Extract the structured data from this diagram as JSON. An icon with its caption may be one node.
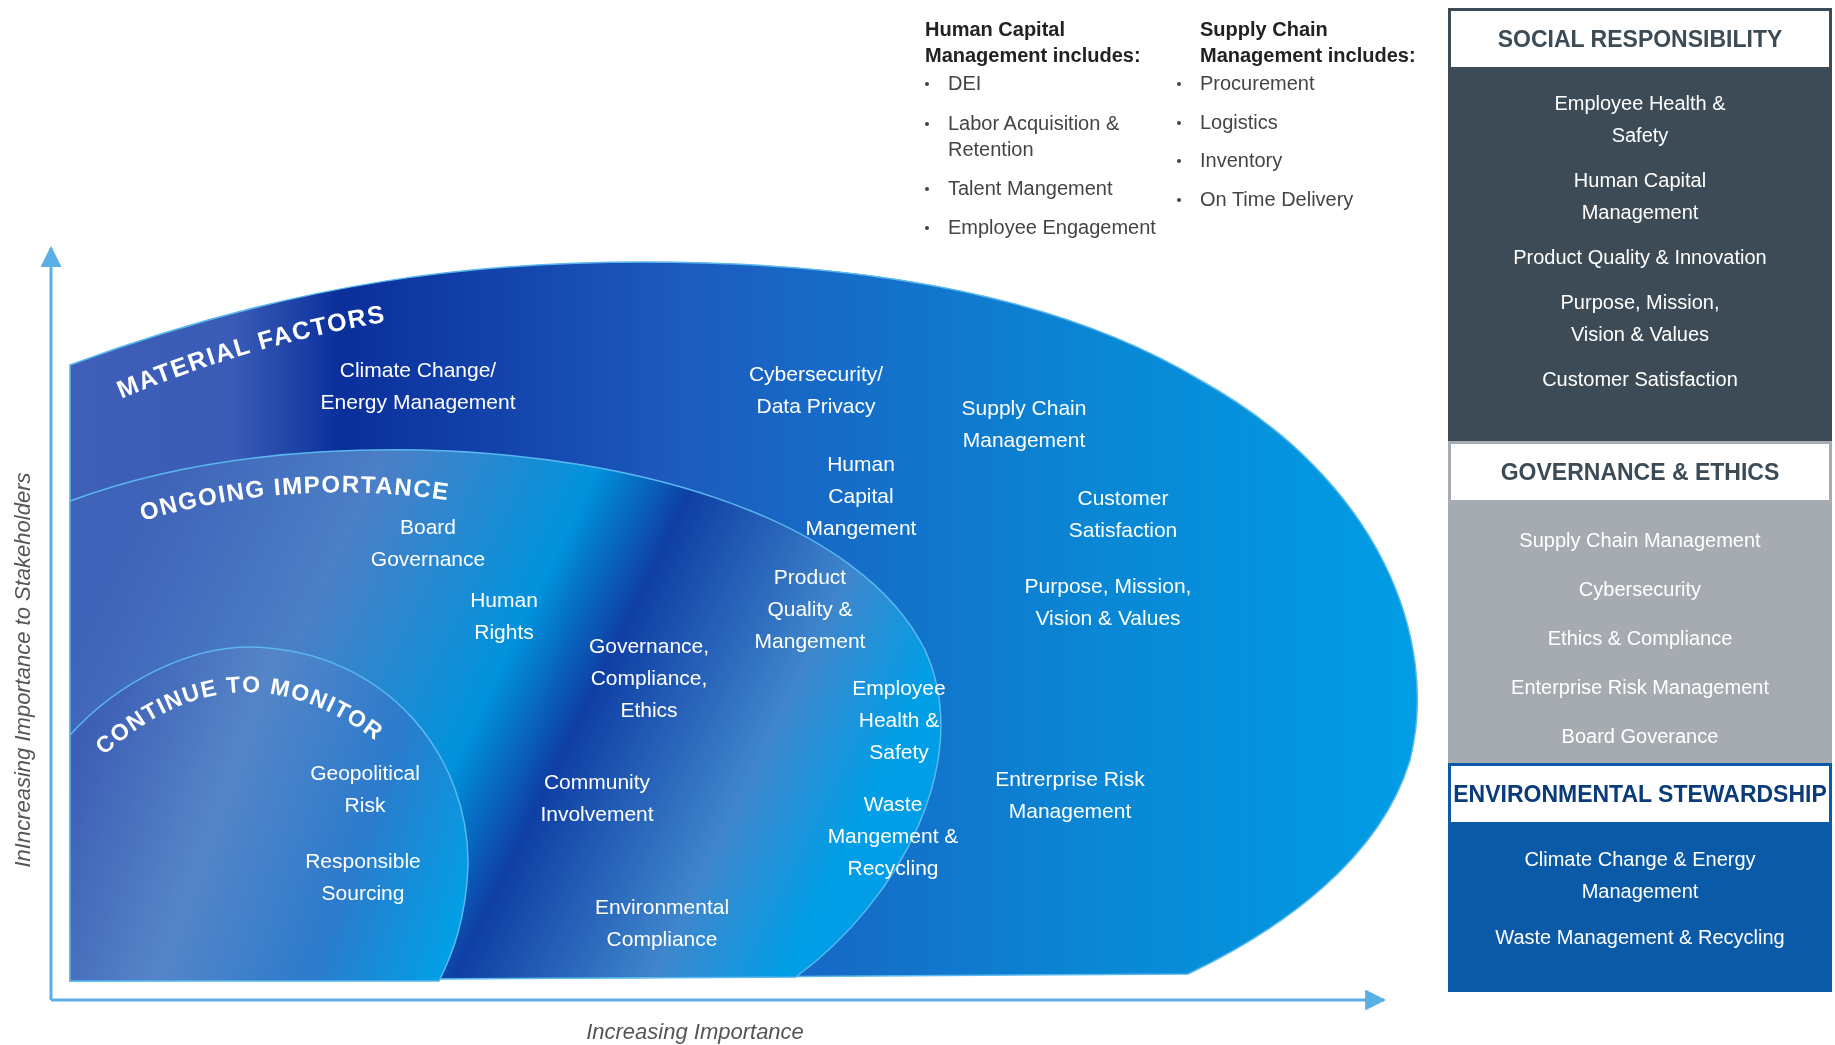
{
  "diagram": {
    "nodes": [
      {
        "text": [
          "MATERIAL FACTORS"
        ]
      },
      {
        "text": [
          "ONGOING IMPORTANCE"
        ],
        "in": 0
      },
      {
        "text": [
          "CONTINUE TO MONITOR"
        ],
        "in": 1
      },
      {
        "text": [
          "SOCIAL RESPONSIBILITY",
          "Employee Health & Safety",
          "Human Capital Management",
          "Product Quality & Innovation",
          "Purpose, Mission, Vision & Values",
          "Customer Satisfaction"
        ]
      },
      {
        "text": [
          "GOVERNANCE & ETHICS",
          "Supply Chain Management",
          "Cybersecurity",
          "Ethics & Compliance",
          "Enterprise Risk Management",
          "Board Goverance"
        ]
      },
      {
        "text": [
          "ENVIRONMENTAL STEWARDSHIP",
          "Climate Change & Energy Management",
          "Waste Management & Recycling"
        ]
      }
    ],
    "labels": [
      "Human Capital Management includes:",
      "DEI",
      "Labor Acquisition & Retention",
      "Talent Mangement",
      "Employee Engagement",
      "Supply Chain Management includes:",
      "Procurement",
      "Logistics",
      "Inventory",
      "On Time Delivery",
      "Climate Change/ Energy Management",
      "Cybersecurity/ Data Privacy",
      "Supply Chain Management",
      "Human Capital Mangement",
      "Customer Satisfaction",
      "Board Governance",
      "Human Rights",
      "Product Quality & Mangement",
      "Purpose, Mission, Vision & Values",
      "Governance, Compliance, Ethics",
      "Employee Health & Safety",
      "Geopolitical Risk",
      "Community Involvement",
      "Entrerprise Risk Management",
      "Waste Mangement & Recycling",
      "Responsible Sourcing",
      "Environmental Compliance",
      "InIncreasing Importance to Stakeholders",
      "Increasing Importance"
    ]
  }
}
